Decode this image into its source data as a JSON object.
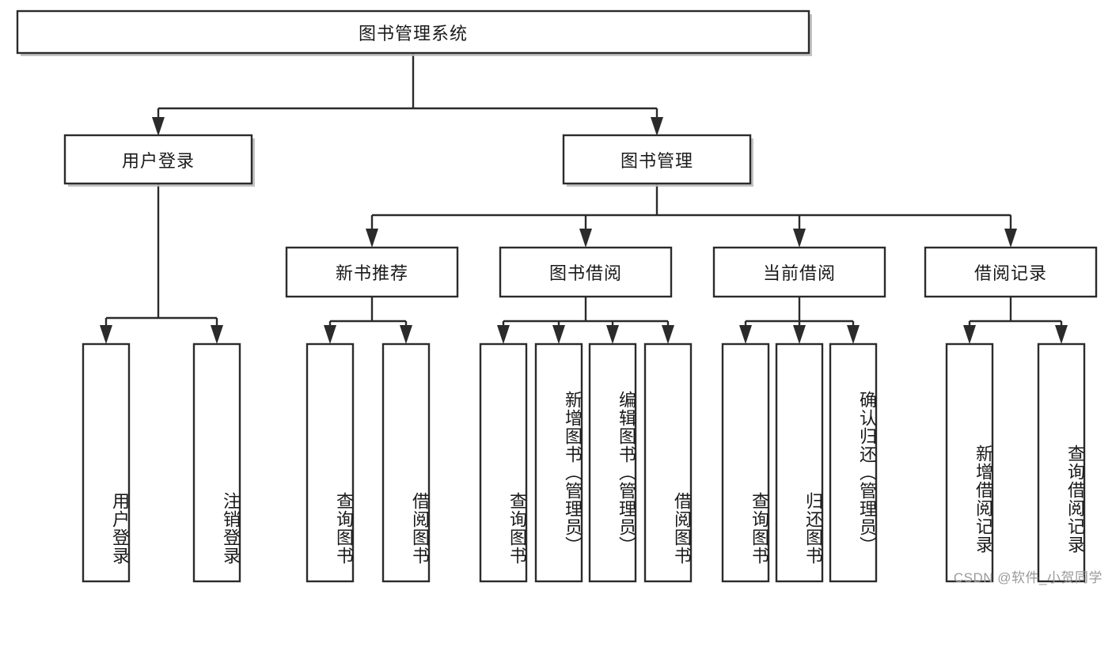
{
  "diagram": {
    "type": "tree-hierarchy",
    "title": "图书管理系统",
    "watermark": "CSDN @软件_小贺同学",
    "colors": {
      "stroke": "#2b2b2b",
      "fill": "#ffffff",
      "text": "#1a1a1a",
      "shadow": "#b8b8b8",
      "watermark": "#9a9a9a"
    },
    "nodes": {
      "root": {
        "label": "图书管理系统",
        "orientation": "horizontal"
      },
      "level2": [
        {
          "id": "user-login",
          "label": "用户登录",
          "orientation": "horizontal"
        },
        {
          "id": "book-manage",
          "label": "图书管理",
          "orientation": "horizontal"
        }
      ],
      "level3": [
        {
          "id": "new-book-recommend",
          "label": "新书推荐",
          "orientation": "horizontal"
        },
        {
          "id": "book-borrow",
          "label": "图书借阅",
          "orientation": "horizontal"
        },
        {
          "id": "current-borrow",
          "label": "当前借阅",
          "orientation": "horizontal"
        },
        {
          "id": "borrow-record",
          "label": "借阅记录",
          "orientation": "horizontal"
        }
      ],
      "leaves": {
        "user-login": [
          {
            "id": "leaf-user-login",
            "label": "用户登录",
            "orientation": "vertical"
          },
          {
            "id": "leaf-logout",
            "label": "注销登录",
            "orientation": "vertical"
          }
        ],
        "new-book-recommend": [
          {
            "id": "leaf-query-book-1",
            "label": "查询图书",
            "orientation": "vertical"
          },
          {
            "id": "leaf-borrow-book-1",
            "label": "借阅图书",
            "orientation": "vertical"
          }
        ],
        "book-borrow": [
          {
            "id": "leaf-query-book-2",
            "label": "查询图书",
            "orientation": "vertical"
          },
          {
            "id": "leaf-add-book",
            "label": "新增图书（管理员）",
            "orientation": "vertical"
          },
          {
            "id": "leaf-edit-book",
            "label": "编辑图书（管理员）",
            "orientation": "vertical"
          },
          {
            "id": "leaf-borrow-book-2",
            "label": "借阅图书",
            "orientation": "vertical"
          }
        ],
        "current-borrow": [
          {
            "id": "leaf-query-book-3",
            "label": "查询图书",
            "orientation": "vertical"
          },
          {
            "id": "leaf-return-book",
            "label": "归还图书",
            "orientation": "vertical"
          },
          {
            "id": "leaf-confirm-return",
            "label": "确认归还（管理员）",
            "orientation": "vertical"
          }
        ],
        "borrow-record": [
          {
            "id": "leaf-add-record",
            "label": "新增借阅记录",
            "orientation": "vertical"
          },
          {
            "id": "leaf-query-record",
            "label": "查询借阅记录",
            "orientation": "vertical"
          }
        ]
      }
    }
  }
}
